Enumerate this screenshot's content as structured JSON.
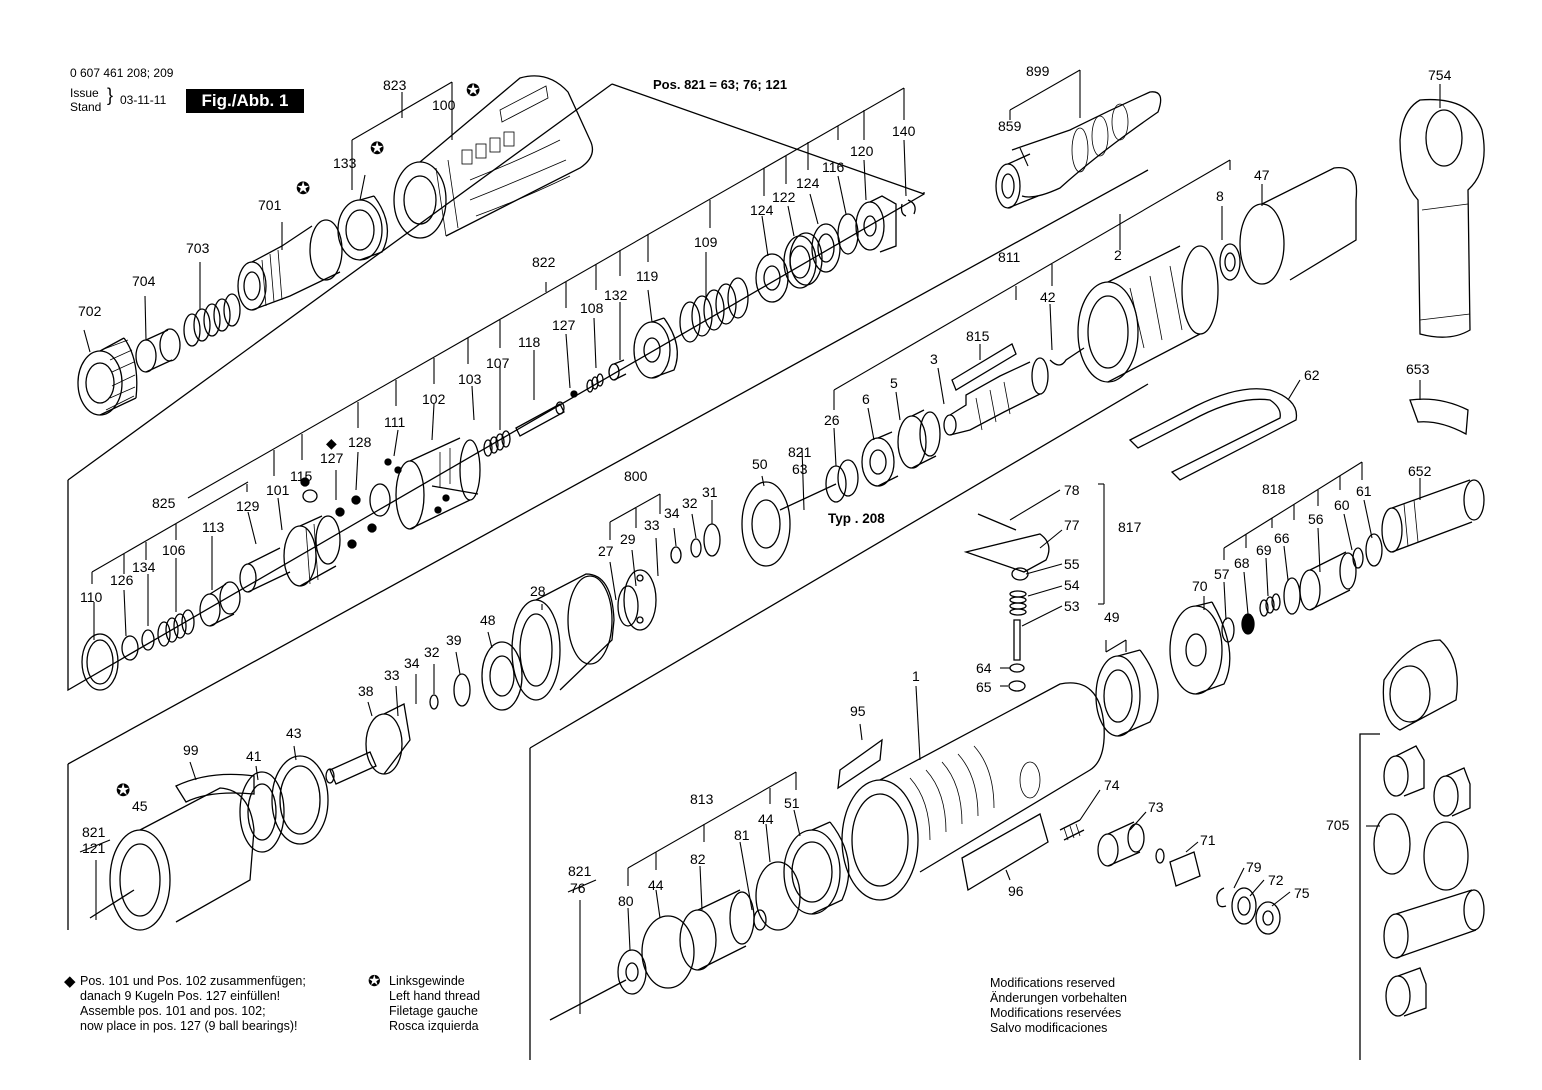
{
  "header": {
    "doc_number": "0 607 461 208; 209",
    "issue_word": "Issue",
    "stand_word": "Stand",
    "date": "03-11-11",
    "figure_label": "Fig./Abb. 1"
  },
  "pos_note": "Pos. 821 = 63; 76; 121",
  "typ_label": "Typ . 208",
  "notes_assembly": [
    "Pos. 101 und Pos. 102 zusammenfügen;",
    "danach 9 Kugeln Pos. 127 einfüllen!",
    "Assemble pos. 101 and pos. 102;",
    "now place in pos. 127 (9 ball bearings)!"
  ],
  "notes_thread": [
    "Linksgewinde",
    "Left hand thread",
    "Filetage gauche",
    "Rosca izquierda"
  ],
  "notes_modifications": [
    "Modifications reserved",
    "Änderungen vorbehalten",
    "Modifications reservées",
    "Salvo modificaciones"
  ],
  "part_labels": [
    "823",
    "100",
    "133",
    "701",
    "703",
    "704",
    "702",
    "822",
    "127",
    "118",
    "108",
    "132",
    "119",
    "109",
    "124",
    "122",
    "124",
    "116",
    "120",
    "140",
    "107",
    "103",
    "102",
    "111",
    "128",
    "127",
    "115",
    "101",
    "129",
    "825",
    "113",
    "106",
    "134",
    "126",
    "110",
    "899",
    "859",
    "754",
    "811",
    "2",
    "8",
    "47",
    "42",
    "815",
    "3",
    "5",
    "6",
    "26",
    "821",
    "63",
    "62",
    "653",
    "652",
    "800",
    "27",
    "29",
    "33",
    "34",
    "32",
    "31",
    "50",
    "28",
    "48",
    "39",
    "32",
    "34",
    "33",
    "38",
    "99",
    "41",
    "43",
    "45",
    "821",
    "121",
    "78",
    "77",
    "817",
    "55",
    "54",
    "53",
    "64",
    "65",
    "49",
    "818",
    "70",
    "57",
    "68",
    "69",
    "66",
    "56",
    "60",
    "61",
    "1",
    "95",
    "74",
    "73",
    "71",
    "79",
    "72",
    "75",
    "96",
    "813",
    "80",
    "44",
    "82",
    "81",
    "44",
    "51",
    "821",
    "76",
    "705"
  ]
}
